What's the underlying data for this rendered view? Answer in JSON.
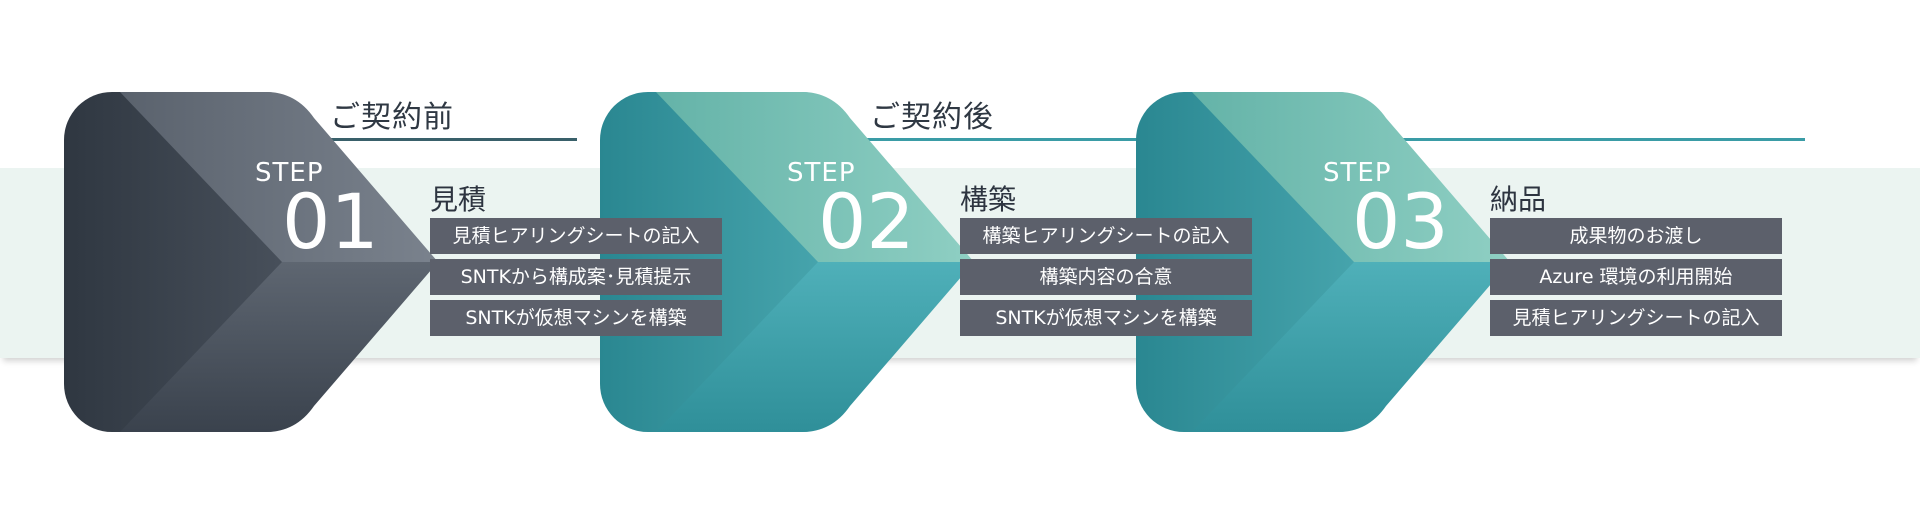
{
  "phases": [
    {
      "label": "ご契約前"
    },
    {
      "label": "ご契約後"
    }
  ],
  "colors": {
    "band": "#ebf4f1",
    "step1_dark": "#3a424d",
    "step1_light": "#727a86",
    "teal_dark": "#2e8d96",
    "teal_light": "#7ec4b6",
    "item_bg": "#5c606b"
  },
  "steps": [
    {
      "step_label": "STEP",
      "number": "01",
      "heading": "見積",
      "items": [
        "見積ヒアリングシートの記入",
        "SNTKから構成案･見積提示",
        "SNTKが仮想マシンを構築"
      ]
    },
    {
      "step_label": "STEP",
      "number": "02",
      "heading": "構築",
      "items": [
        "構築ヒアリングシートの記入",
        "構築内容の合意",
        "SNTKが仮想マシンを構築"
      ]
    },
    {
      "step_label": "STEP",
      "number": "03",
      "heading": "納品",
      "items": [
        "成果物のお渡し",
        "Azure 環境の利用開始",
        "見積ヒアリングシートの記入"
      ]
    }
  ]
}
